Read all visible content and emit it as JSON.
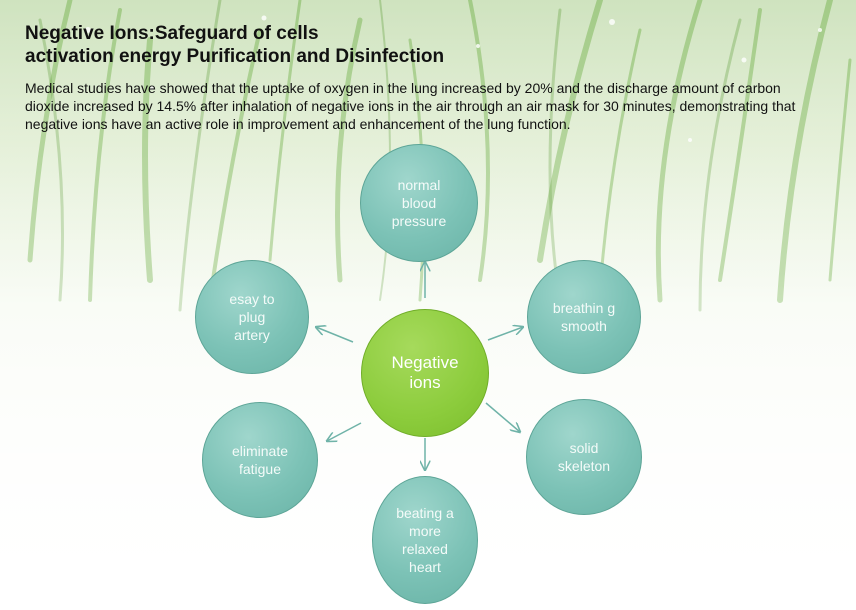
{
  "title": {
    "line1": "Negative Ions:Safeguard of cells",
    "line2": "activation energy Purification and Disinfection"
  },
  "description": "Medical studies have showed that the uptake of oxygen in the lung increased by 20% and the discharge amount of carbon dioxide increased by 14.5% after inhalation of negative ions in the air through an air mask for 30 minutes, demonstrating that negative ions have an active role in improvement and enhancement of the lung function.",
  "diagram": {
    "center_label": "Negative ions",
    "center_color": "#8ccc3c",
    "node_color": "#7cc2b6",
    "arrow_color": "#6fb3a8",
    "nodes": {
      "top": "normal blood pressure",
      "upper_left": "esay to plug artery",
      "upper_right": "breathin g smooth",
      "lower_left": "eliminate fatigue",
      "lower_right": "solid skeleton",
      "bottom": "beating a more relaxed heart"
    }
  }
}
